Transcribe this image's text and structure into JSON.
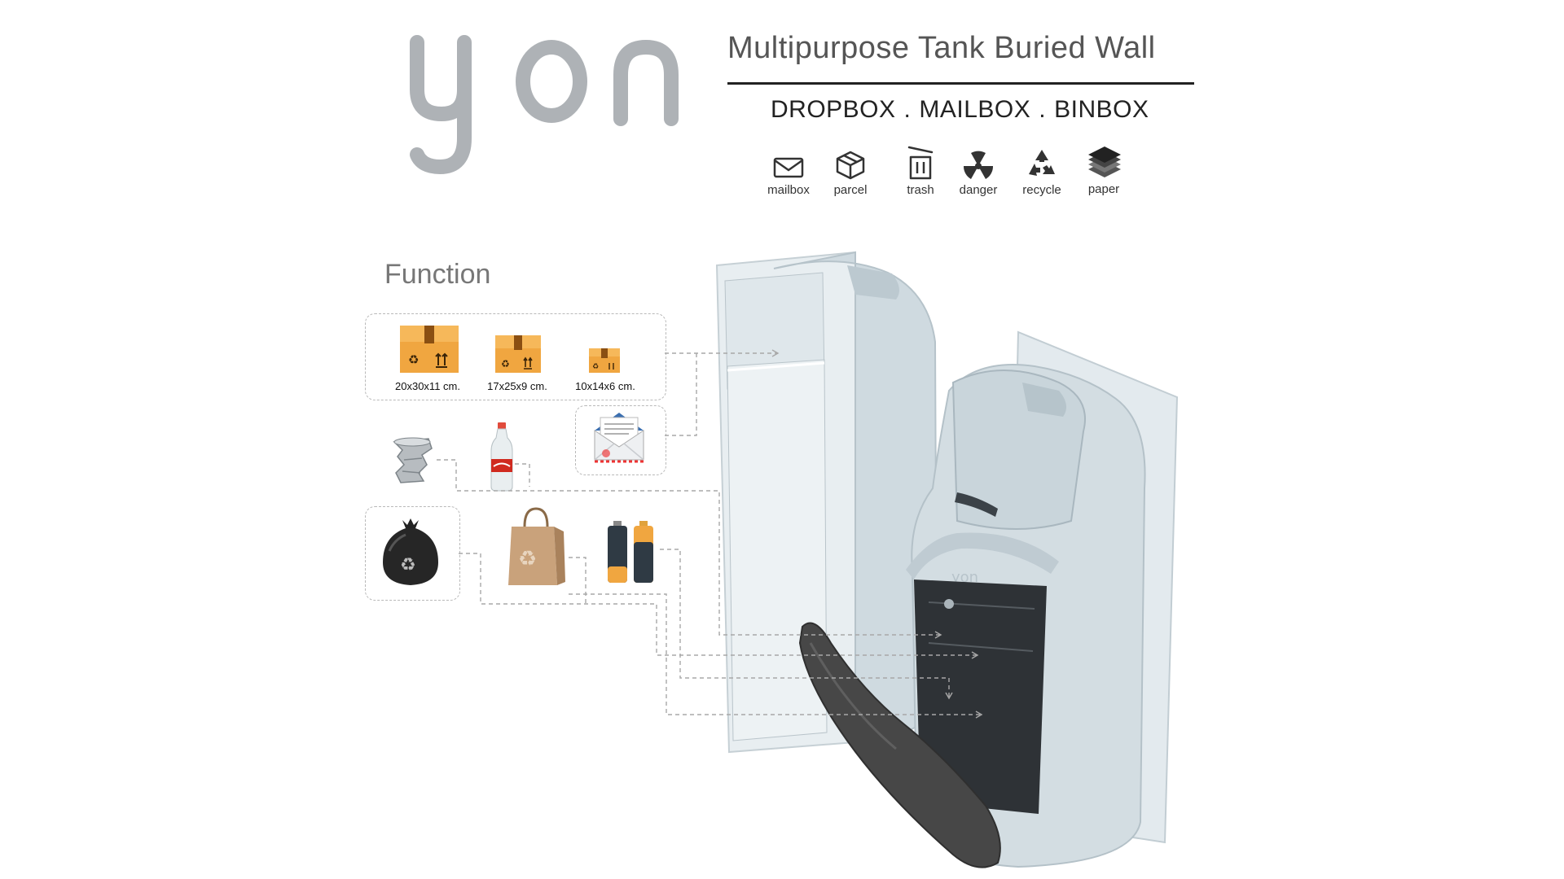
{
  "brand": {
    "logo_text": "yon"
  },
  "header": {
    "title": "Multipurpose Tank Buried Wall",
    "subtitle": {
      "a": "DROPBOX",
      "b": "MAILBOX",
      "c": "BINBOX",
      "sep": "."
    }
  },
  "categories": [
    {
      "label": "mailbox",
      "icon": "envelope-icon"
    },
    {
      "label": "parcel",
      "icon": "parcel-box-icon"
    },
    {
      "label": "trash",
      "icon": "trash-bin-icon"
    },
    {
      "label": "danger",
      "icon": "radiation-icon"
    },
    {
      "label": "recycle",
      "icon": "recycle-icon"
    },
    {
      "label": "paper",
      "icon": "paper-stack-icon"
    }
  ],
  "function": {
    "heading": "Function",
    "parcel_sizes": [
      "20x30x11 cm.",
      "17x25x9 cm.",
      "10x14x6 cm."
    ],
    "items": [
      "crushed-can-icon",
      "plastic-bottle-icon",
      "letter-envelope-icon",
      "garbage-bag-icon",
      "paper-bag-icon",
      "batteries-icon"
    ]
  },
  "colors": {
    "logo": "#aeb2b6",
    "product_body": "#d3dde2",
    "product_shadow": "#b4c1c8",
    "flap": "#4a4a4a",
    "box_orange": "#f0a640",
    "box_dark": "#8a4f12"
  }
}
